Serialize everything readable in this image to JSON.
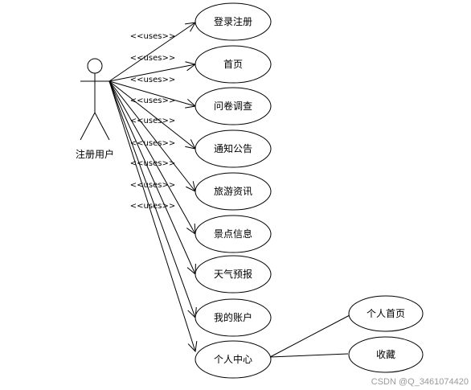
{
  "actor": {
    "label": "注册用户"
  },
  "stereotype": "<<uses>>",
  "use_cases": [
    {
      "id": "login",
      "label": "登录注册"
    },
    {
      "id": "home",
      "label": "首页"
    },
    {
      "id": "survey",
      "label": "问卷调查"
    },
    {
      "id": "notice",
      "label": "通知公告"
    },
    {
      "id": "travel-info",
      "label": "旅游资讯"
    },
    {
      "id": "scenic-info",
      "label": "景点信息"
    },
    {
      "id": "weather",
      "label": "天气预报"
    },
    {
      "id": "account",
      "label": "我的账户"
    },
    {
      "id": "personal-center",
      "label": "个人中心"
    }
  ],
  "sub_use_cases": [
    {
      "id": "personal-home",
      "label": "个人首页"
    },
    {
      "id": "favorites",
      "label": "收藏"
    }
  ],
  "watermark": "CSDN @Q_3461074420"
}
